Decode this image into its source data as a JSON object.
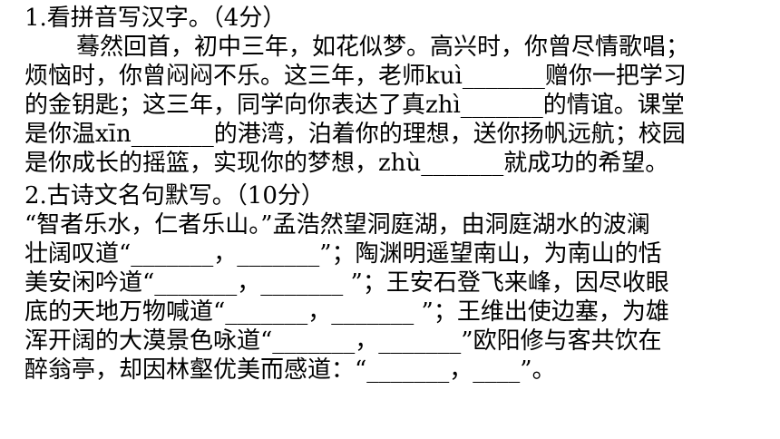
{
  "section1": {
    "heading": "1.看拼音写汉字。（4分）",
    "lines": [
      "蓦然回首，初中三年，如花似梦。高兴时，你曾尽情歌唱；",
      "烦恼时，你曾闷闷不乐。这三年，老师kuì_______赠你一把学习",
      "的金钥匙；这三年，同学向你表达了真zhì_______的情谊。课堂",
      "是你温xīn_______的港湾，泊着你的理想，送你扬帆远航；校园",
      "是你成长的摇篮，实现你的梦想，zhù_______就成功的希望。"
    ]
  },
  "section2": {
    "heading": "2.古诗文名句默写。（10分）",
    "lines": [
      "“智者乐水，仁者乐山。”孟浩然望洞庭湖，由洞庭湖水的波澜",
      "壮阔叹道“_______，_______”；陶渊明遥望南山，为南山的恬",
      "美安闲吟道“_______，_______ ”；王安石登飞来峰，因尽收眼",
      "底的天地万物喊道“_______，_______ ”；王维出使边塞，为雄",
      "浑开阔的大漠景色咏道“_______，_______”欧阳修与客共饮在",
      "醉翁亭，却因林壑优美而感道：“_______，____”。"
    ]
  }
}
